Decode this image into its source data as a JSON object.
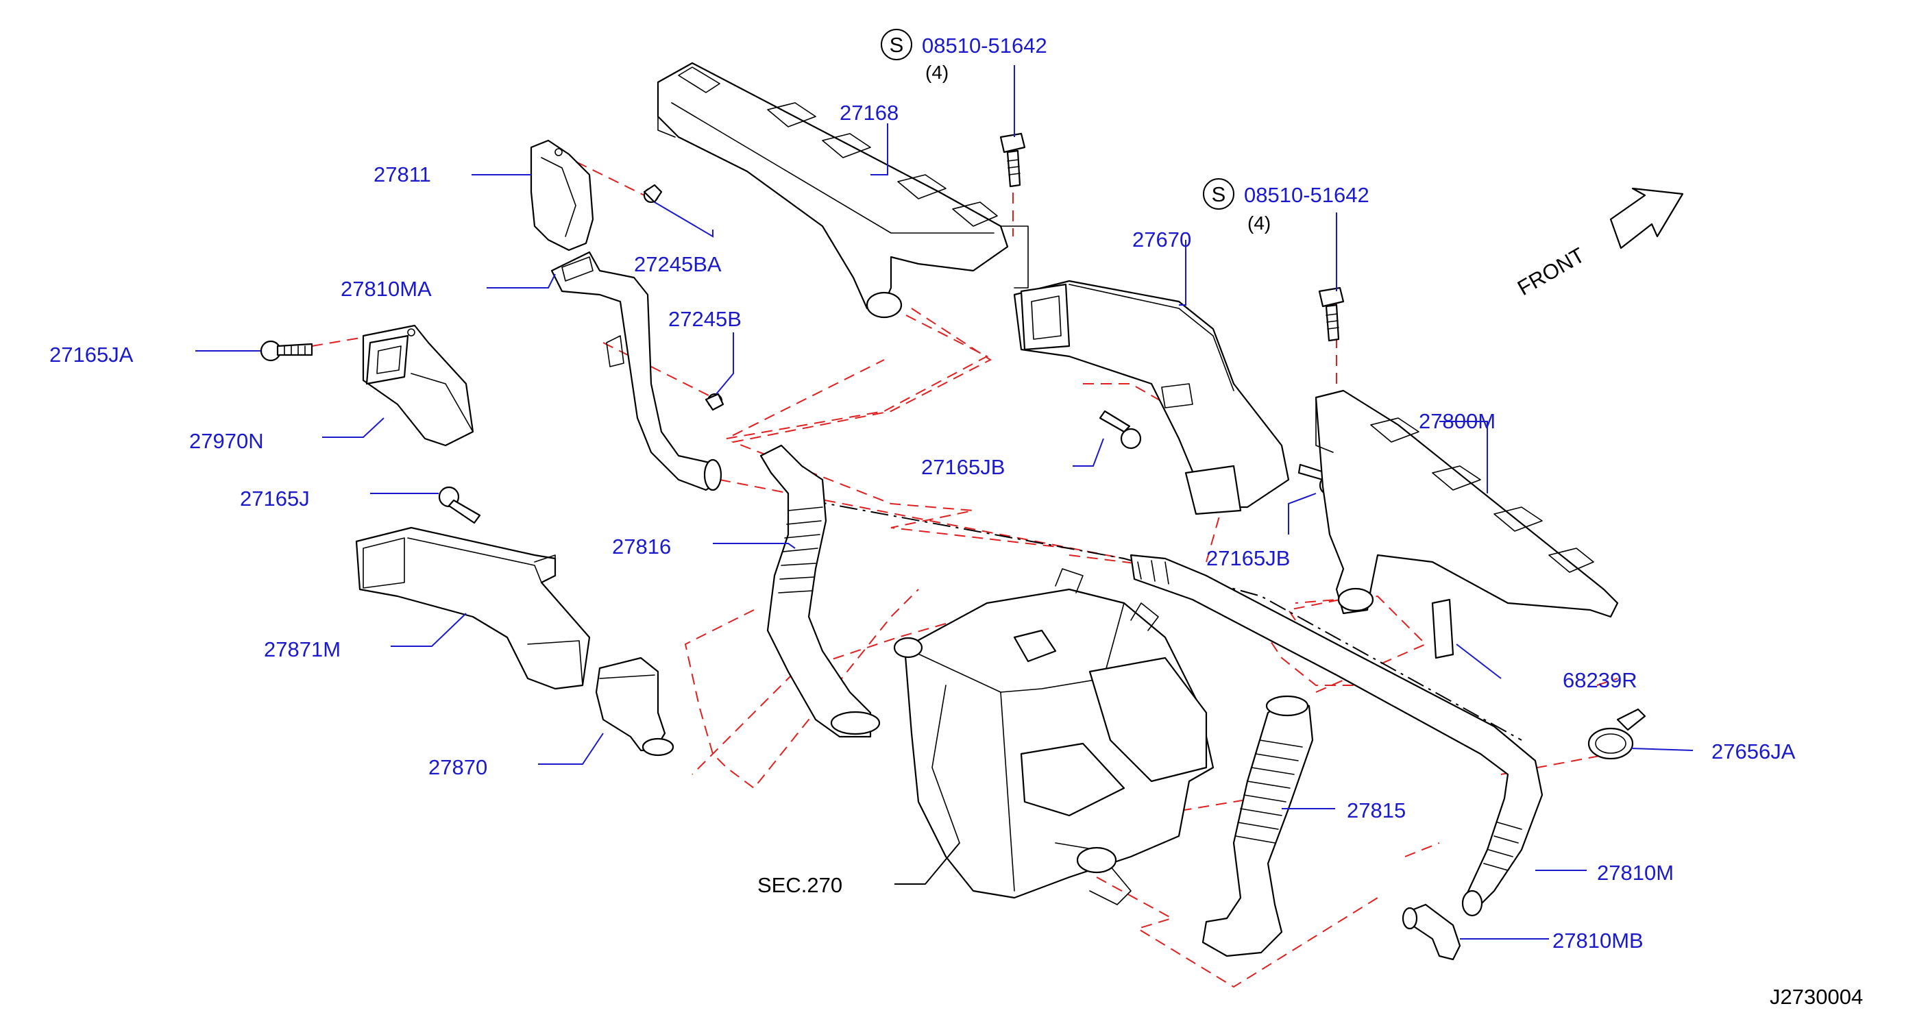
{
  "diagram_code": "J2730004",
  "front_label": "FRONT",
  "section_ref": "SEC.270",
  "colors": {
    "part_label": "#1a1acc",
    "connection_line": "#e02020",
    "outline": "#000000"
  },
  "bolt_callouts": [
    {
      "symbol": "S",
      "number": "08510-51642",
      "qty": "(4)"
    },
    {
      "symbol": "S",
      "number": "08510-51642",
      "qty": "(4)"
    }
  ],
  "part_labels": {
    "p27168": "27168",
    "p27811": "27811",
    "p27245BA": "27245BA",
    "p27810MA": "27810MA",
    "p27245B": "27245B",
    "p27165JA": "27165JA",
    "p27970N": "27970N",
    "p27165J": "27165J",
    "p27816": "27816",
    "p27871M": "27871M",
    "p27870": "27870",
    "p27670": "27670",
    "p27165JB_a": "27165JB",
    "p27165JB_b": "27165JB",
    "p27800M": "27800M",
    "p68239R": "68239R",
    "p27656JA": "27656JA",
    "p27815": "27815",
    "p27810M": "27810M",
    "p27810MB": "27810MB"
  }
}
